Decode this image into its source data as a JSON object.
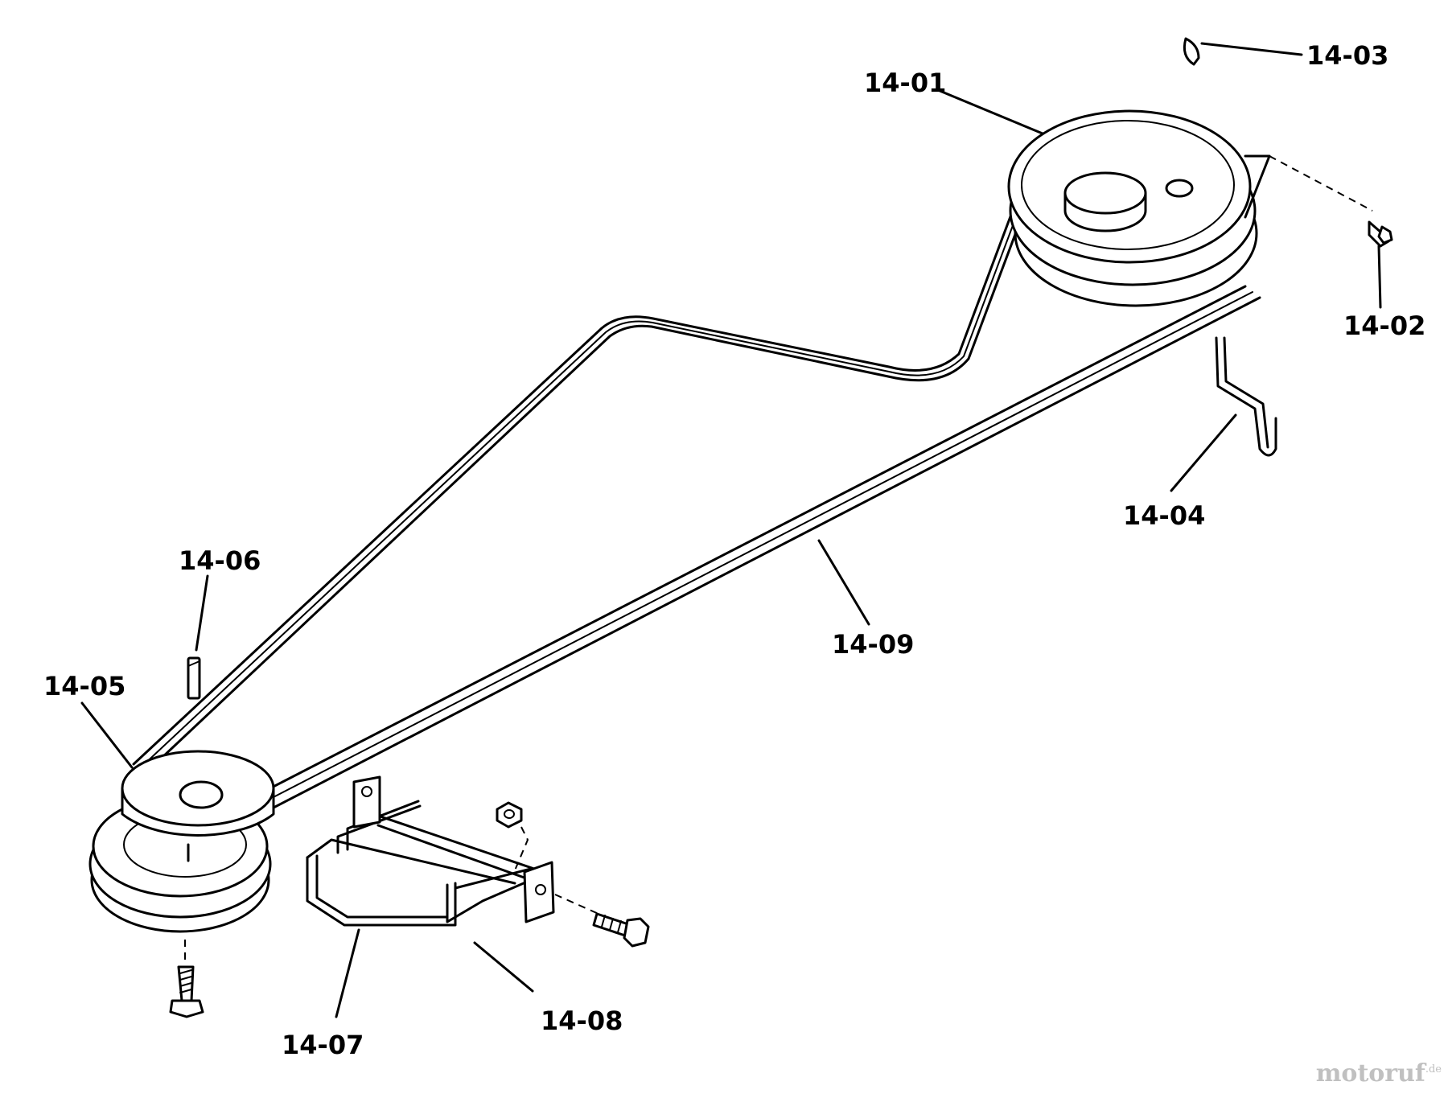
{
  "parts": [
    {
      "id": "pulley_large",
      "label": "14-01"
    },
    {
      "id": "screw_small",
      "label": "14-02"
    },
    {
      "id": "key_woodruff",
      "label": "14-03"
    },
    {
      "id": "belt_guide",
      "label": "14-04"
    },
    {
      "id": "pulley_engine",
      "label": "14-05"
    },
    {
      "id": "key_square",
      "label": "14-06"
    },
    {
      "id": "bracket",
      "label": "14-07"
    },
    {
      "id": "belt_keeper",
      "label": "14-08"
    },
    {
      "id": "v_belt",
      "label": "14-09"
    }
  ],
  "watermark": {
    "text": "motoruf",
    "tld": ".de"
  }
}
